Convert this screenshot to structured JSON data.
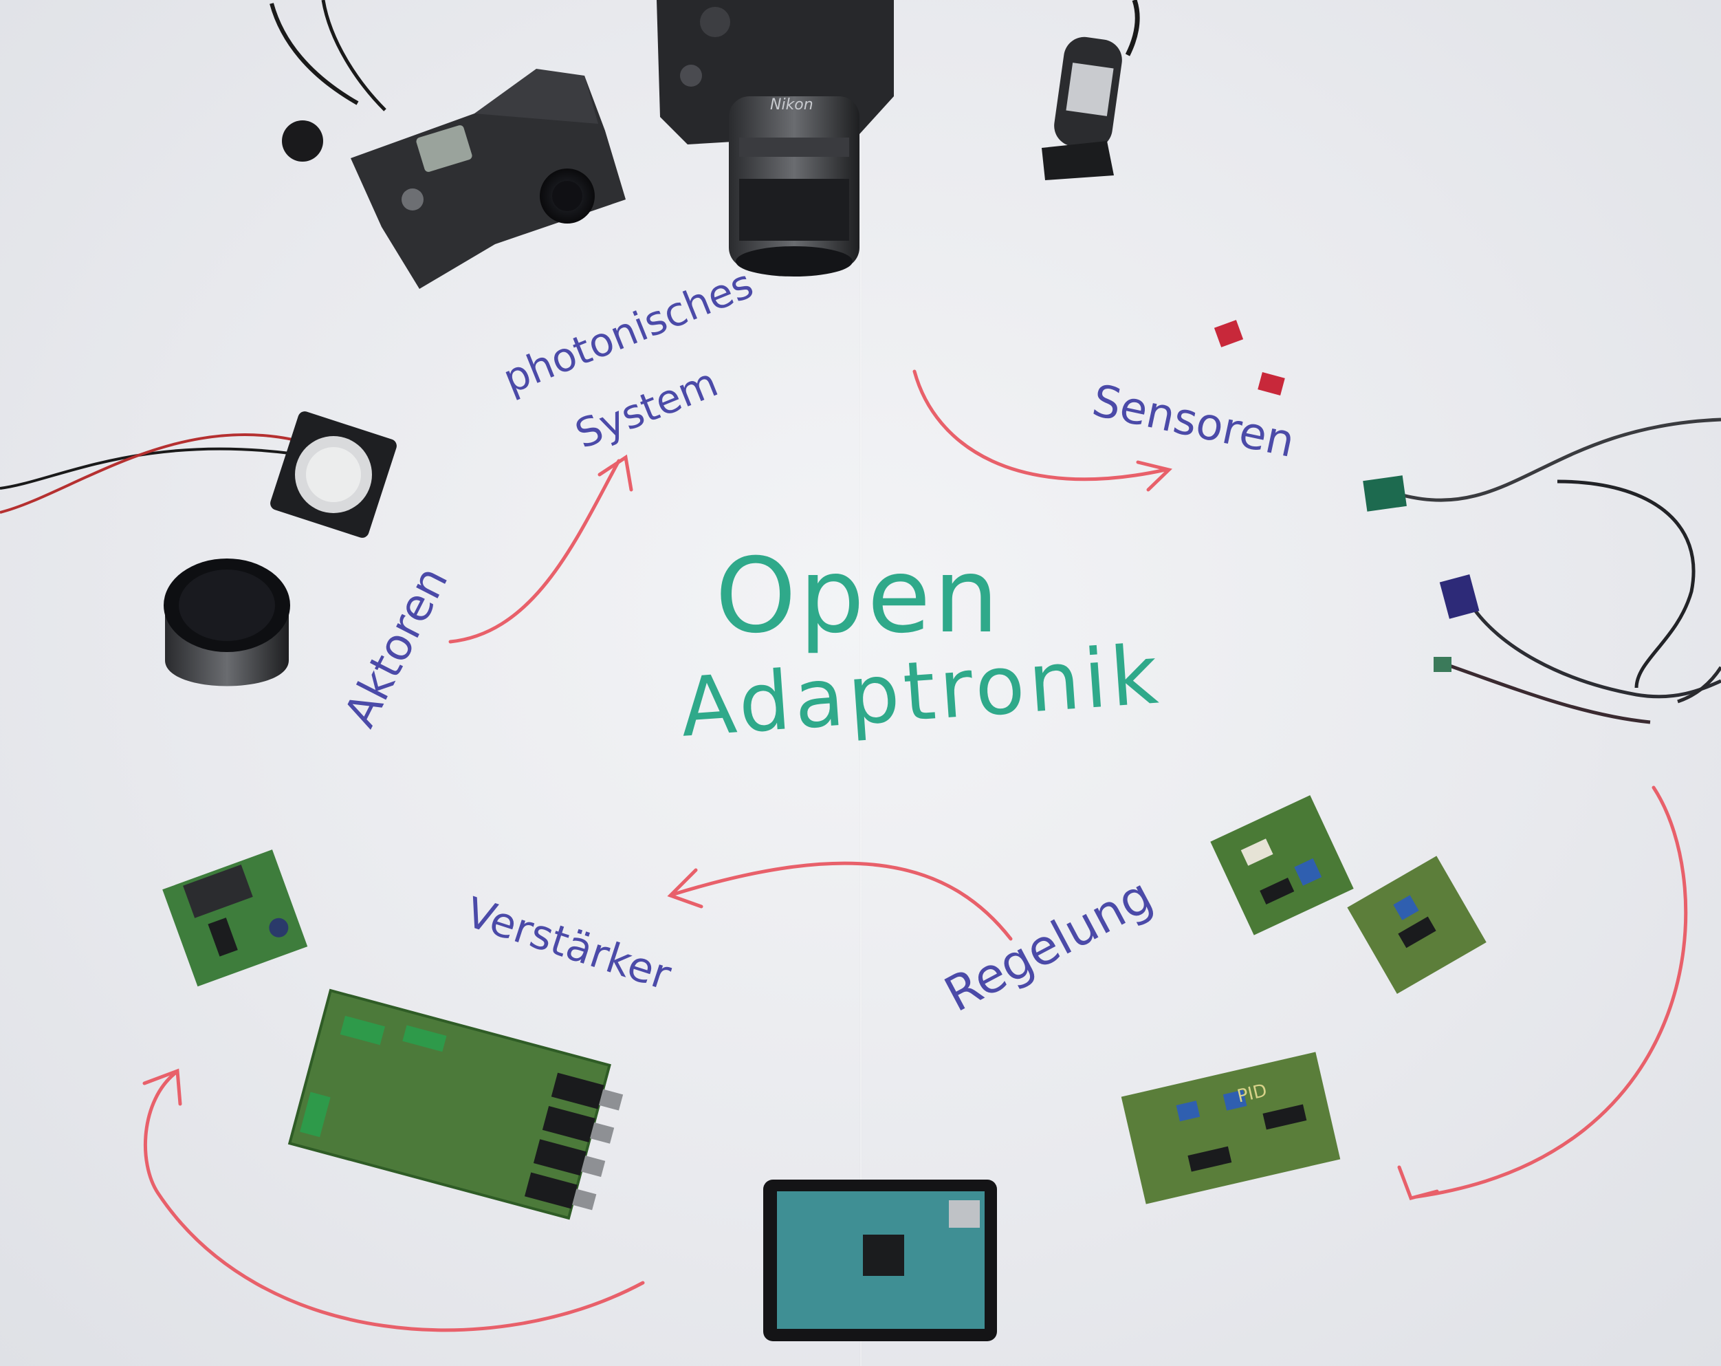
{
  "labels": {
    "photonic_line1": "photonisches",
    "photonic_line2": "System",
    "sensors": "Sensoren",
    "actuators": "Aktoren",
    "title_open": "Open",
    "title_adaptronik": "Adaptronik",
    "amplifier": "Verstärker",
    "control": "Regelung",
    "pid": "PID",
    "camera_brand": "Nikon"
  },
  "colors": {
    "ink_blue": "#4b4aa8",
    "ink_green": "#2fa98a",
    "arrow_red": "#e8606a",
    "pcb_green": "#3e7d3c",
    "device_black": "#232426"
  }
}
